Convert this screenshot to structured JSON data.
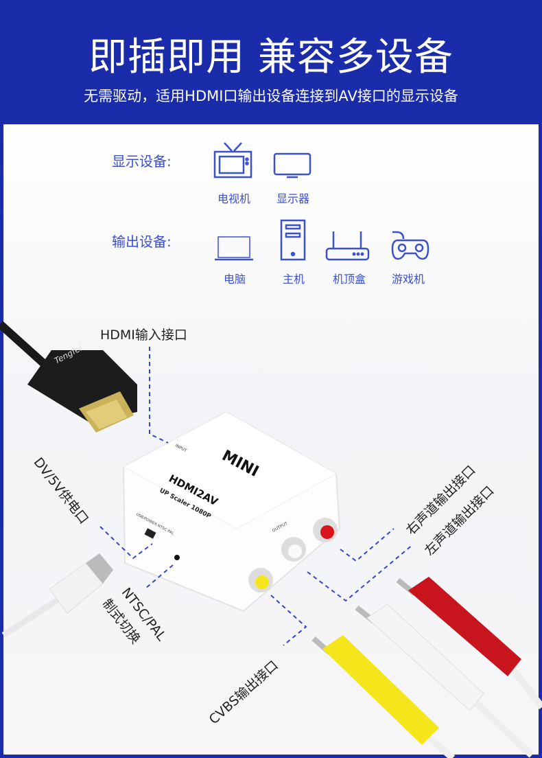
{
  "header": {
    "title": "即插即用 兼容多设备",
    "subtitle": "无需驱动，适用HDMI口输出设备连接到AV接口的显示设备"
  },
  "display_devices": {
    "label": "显示设备:",
    "items": [
      {
        "name": "电视机",
        "icon": "tv-icon"
      },
      {
        "name": "显示器",
        "icon": "monitor-icon"
      }
    ]
  },
  "output_devices": {
    "label": "输出设备:",
    "items": [
      {
        "name": "电脑",
        "icon": "laptop-icon"
      },
      {
        "name": "主机",
        "icon": "desktop-tower-icon"
      },
      {
        "name": "机顶盒",
        "icon": "router-set-top-box-icon"
      },
      {
        "name": "游戏机",
        "icon": "gamepad-icon"
      }
    ]
  },
  "annotations": {
    "hdmi_in": "HDMI输入接口",
    "power": "DV/5V供电口",
    "ntsc_pal_1": "NTSC/PAL",
    "ntsc_pal_2": "制式切换",
    "right_audio": "右声道输出接口",
    "left_audio": "左声道输出接口",
    "cvbs": "CVBS输出接口"
  },
  "product": {
    "logo": "MINI",
    "model": "HDMI2AV",
    "scaler": "UP Scaler 1080P",
    "input": "INPUT",
    "output": "OUTPUT",
    "side": "USB/POWER NTSC PAL",
    "cable_brand": "Tengfei"
  },
  "colors": {
    "header_bg": "#1a2ca9",
    "accent": "#3b4fd1",
    "dash": "#3346d0",
    "rca_yellow": "#f5e51b",
    "rca_white": "#f4f4f4",
    "rca_red": "#c8141c"
  }
}
